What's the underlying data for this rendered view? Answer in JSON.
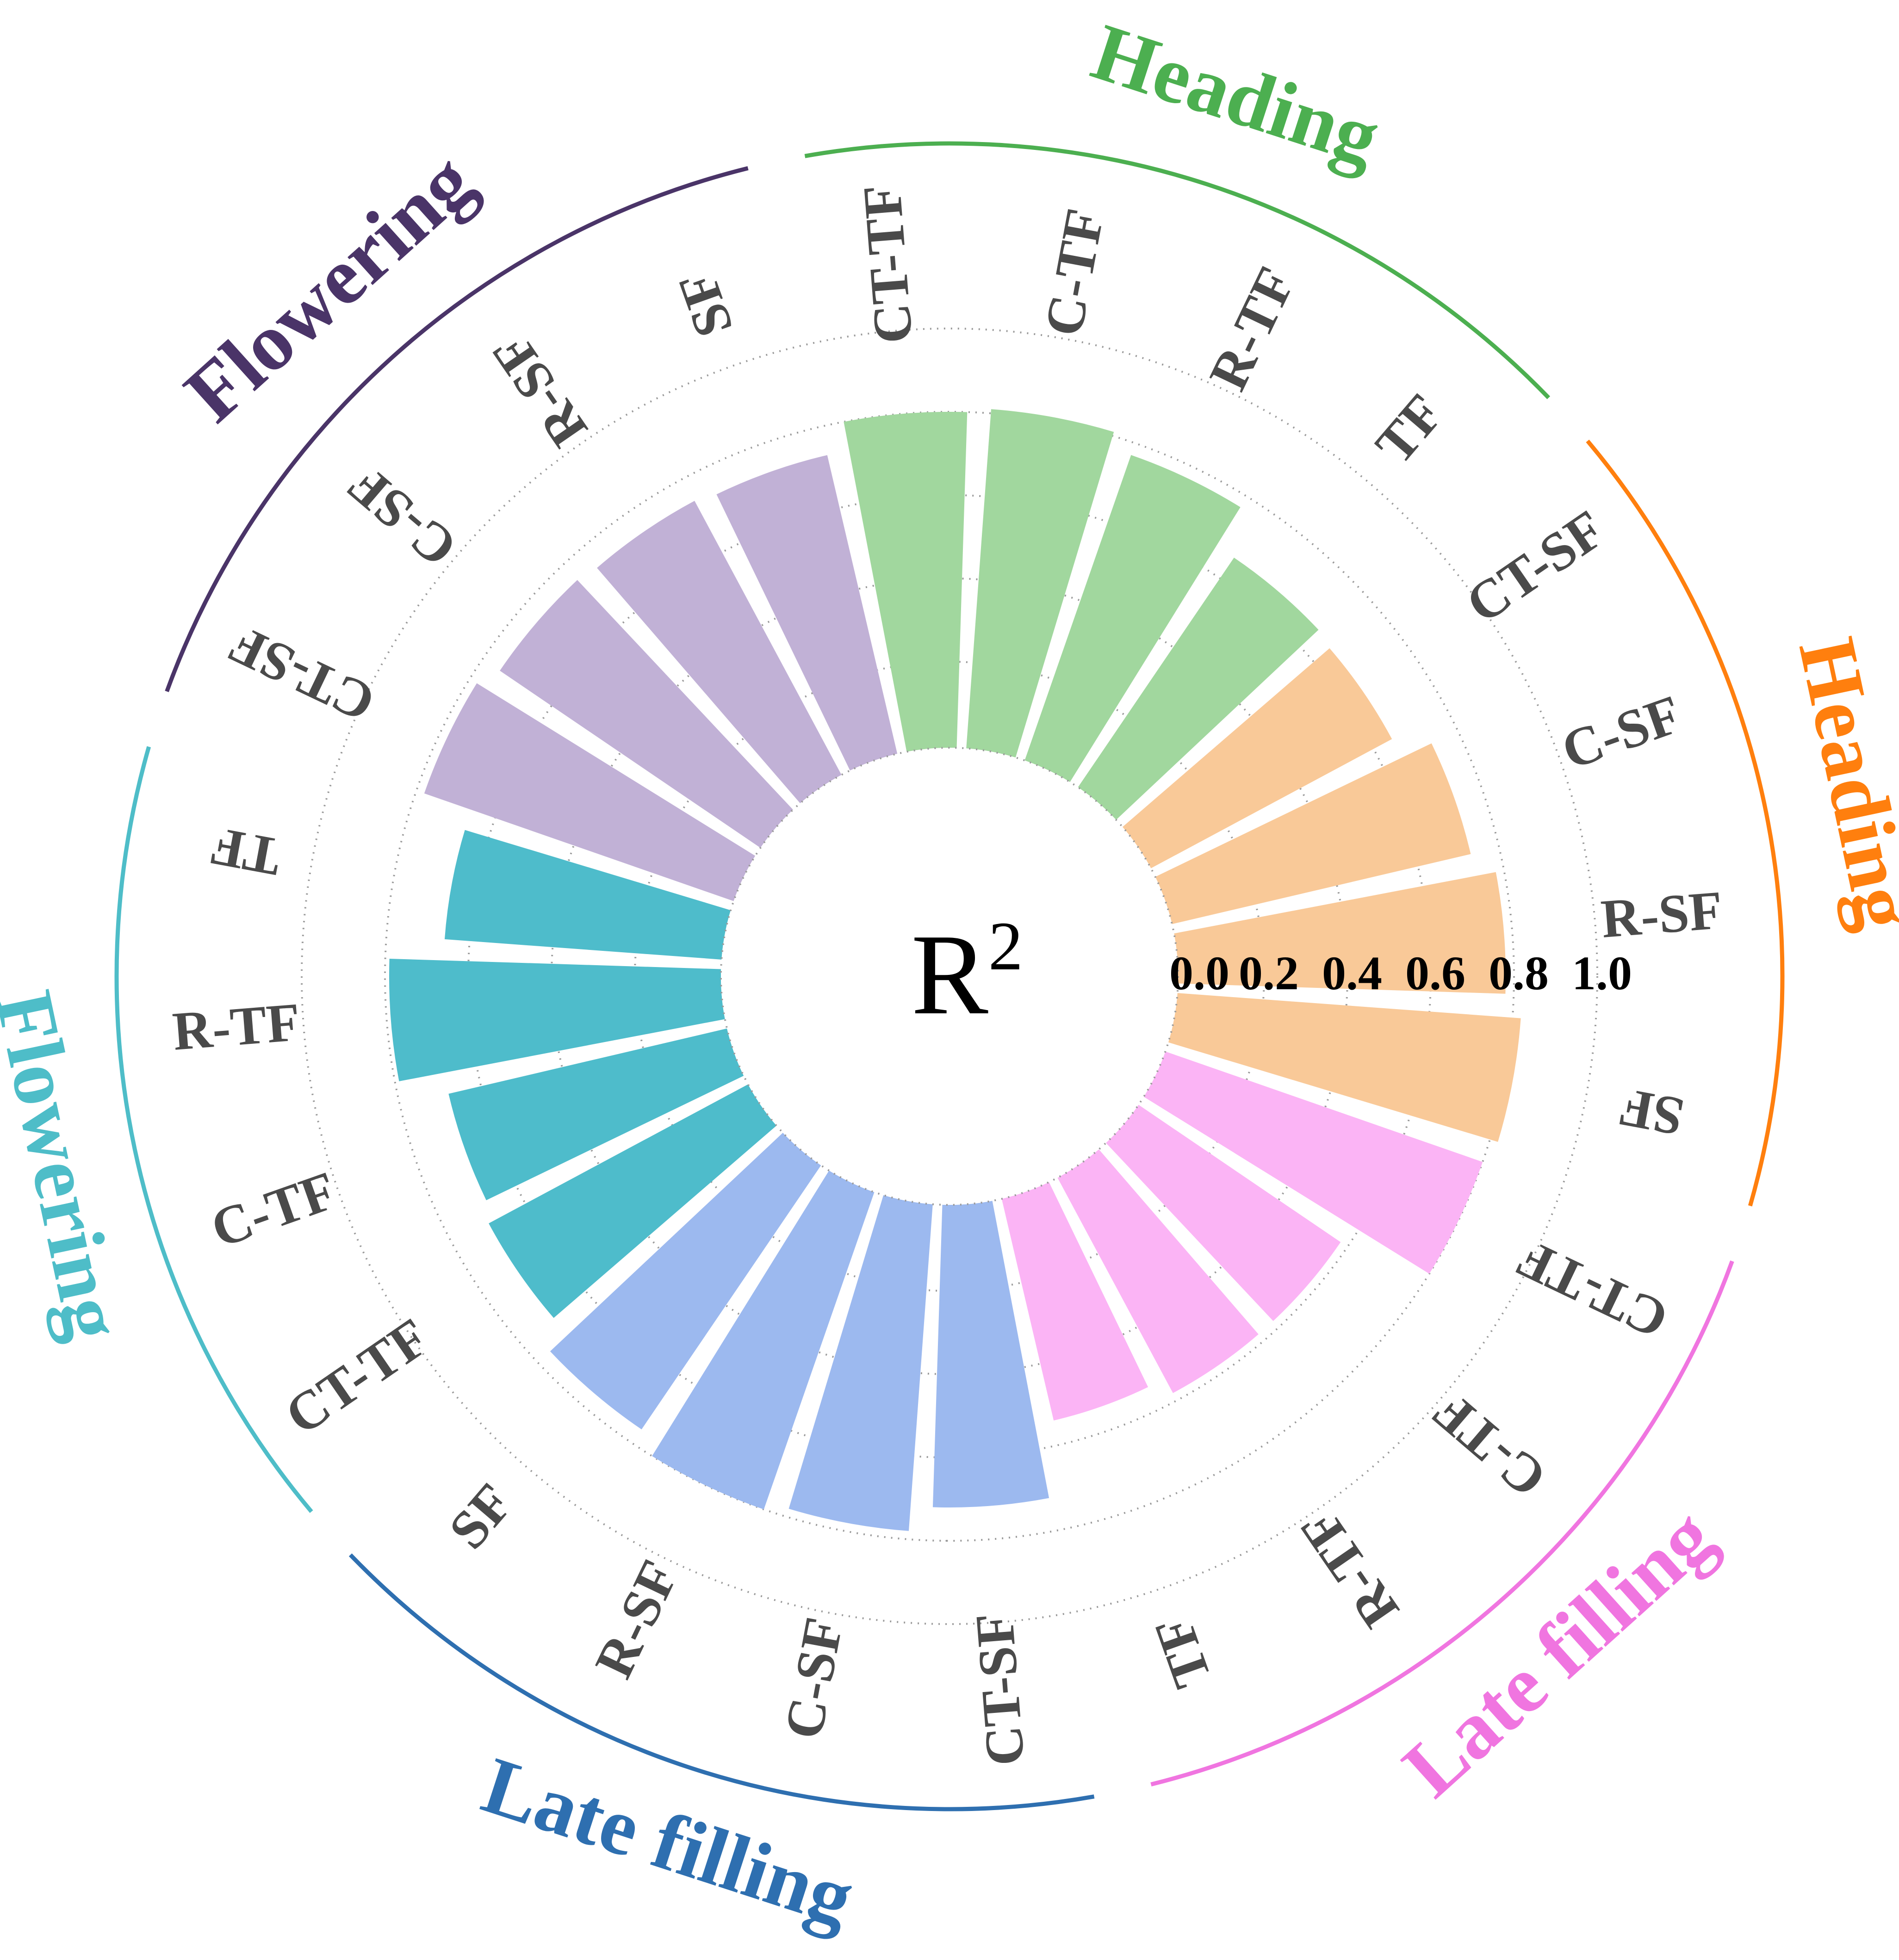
{
  "chart_data": {
    "type": "bar",
    "subtype": "radial-bar",
    "center_label": {
      "base": "R",
      "sup": "2"
    },
    "radial_axis": {
      "min": 0.0,
      "max": 1.0,
      "ticks": [
        "0.0",
        "0.2",
        "0.4",
        "0.6",
        "0.8",
        "1.0"
      ]
    },
    "grid": true,
    "groups": [
      {
        "title": "Heading",
        "color": "#ff7f0e",
        "bar_color": "#f9c998",
        "bars": [
          {
            "label": "CT-SF",
            "value": 0.65
          },
          {
            "label": "C-SF",
            "value": 0.73
          },
          {
            "label": "R-SF",
            "value": 0.78
          },
          {
            "label": "SF",
            "value": 0.82
          }
        ]
      },
      {
        "title": "Late filling",
        "color": "#f075e0",
        "bar_color": "#fbb4f5",
        "bars": [
          {
            "label": "CT-TF",
            "value": 0.8
          },
          {
            "label": "C-TF",
            "value": 0.58
          },
          {
            "label": "R-TF",
            "value": 0.58
          },
          {
            "label": "TF",
            "value": 0.54
          }
        ]
      },
      {
        "title": "Late filling",
        "color": "#2e6fb0",
        "bar_color": "#9cb9ef",
        "bars": [
          {
            "label": "CT-SF",
            "value": 0.72
          },
          {
            "label": "C-SF",
            "value": 0.78
          },
          {
            "label": "R-SF",
            "value": 0.8
          },
          {
            "label": "SF",
            "value": 0.76
          }
        ]
      },
      {
        "title": "Flowering",
        "color": "#4ebdc8",
        "bar_color": "#4ebccb",
        "bars": [
          {
            "label": "CT-TF",
            "value": 0.7
          },
          {
            "label": "C-TF",
            "value": 0.68
          },
          {
            "label": "R-TF",
            "value": 0.79
          },
          {
            "label": "TF",
            "value": 0.66
          }
        ]
      },
      {
        "title": "Flowering",
        "color": "#4a3468",
        "bar_color": "#c1b1d6",
        "bars": [
          {
            "label": "CT-SF",
            "value": 0.78
          },
          {
            "label": "C-SF",
            "value": 0.75
          },
          {
            "label": "R-SF",
            "value": 0.74
          },
          {
            "label": "SF",
            "value": 0.73
          }
        ]
      },
      {
        "title": "Heading",
        "color": "#4caf50",
        "bar_color": "#a1d79e",
        "bars": [
          {
            "label": "CT-TF",
            "value": 0.8
          },
          {
            "label": "C-TF",
            "value": 0.81
          },
          {
            "label": "R-TF",
            "value": 0.77
          },
          {
            "label": "TF",
            "value": 0.66
          }
        ]
      }
    ]
  }
}
